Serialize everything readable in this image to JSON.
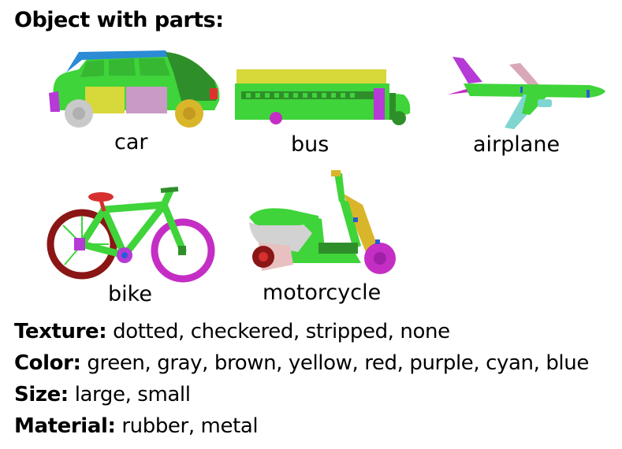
{
  "heading": "Object with parts:",
  "vehicles": [
    {
      "label": "car"
    },
    {
      "label": "bus"
    },
    {
      "label": "airplane"
    },
    {
      "label": "bike"
    },
    {
      "label": "motorcycle"
    }
  ],
  "attributes": [
    {
      "name": "Texture:",
      "values": "dotted, checkered, stripped, none"
    },
    {
      "name": "Color:",
      "values": "green, gray, brown, yellow, red, purple, cyan, blue"
    },
    {
      "name": "Size:",
      "values": "large, small"
    },
    {
      "name": "Material:",
      "values": "rubber, metal"
    }
  ],
  "palette": {
    "green": "#3fd43a",
    "dark_green": "#2e8f2a",
    "blue": "#2b8bd4",
    "yellow": "#d7d83a",
    "purple": "#b63ad6",
    "lavender": "#c89ac4",
    "gray": "#c9c9c9",
    "gold": "#d9b52a",
    "pink": "#d9a8b8",
    "cyan": "#7fd6d0",
    "magenta": "#c42ec4",
    "dark_red": "#8a1616",
    "red": "#d6302e",
    "tan": "#d8b878",
    "light_gray": "#d2d2d2"
  }
}
